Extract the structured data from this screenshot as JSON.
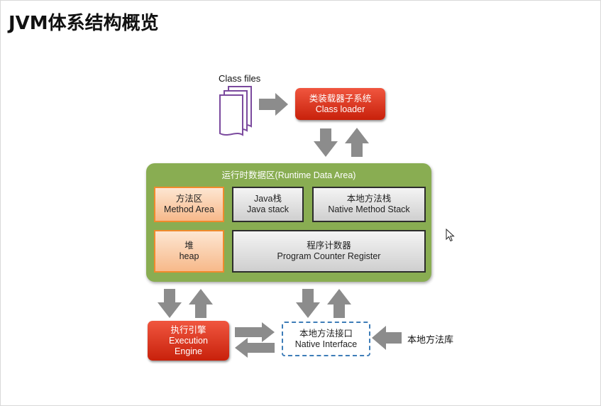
{
  "page": {
    "title": "JVM体系结构概览"
  },
  "class_files": {
    "label": "Class files"
  },
  "class_loader": {
    "line1": "类装载器子系统",
    "line2": "Class loader"
  },
  "runtime_data_area": {
    "title": "运行时数据区(Runtime Data Area)",
    "method_area": {
      "line1": "方法区",
      "line2": "Method Area"
    },
    "java_stack": {
      "line1": "Java栈",
      "line2": "Java stack"
    },
    "native_method_stack": {
      "line1": "本地方法栈",
      "line2": "Native Method Stack"
    },
    "heap": {
      "line1": "堆",
      "line2": "heap"
    },
    "pc_register": {
      "line1": "程序计数器",
      "line2": "Program Counter Register"
    }
  },
  "execution_engine": {
    "line1": "执行引擎",
    "line2": "Execution",
    "line3": "Engine"
  },
  "native_interface": {
    "line1": "本地方法接口",
    "line2": "Native Interface"
  },
  "native_library": {
    "label": "本地方法库"
  },
  "colors": {
    "red_box": "#d93418",
    "runtime_area": "#89ad52",
    "orange_box_fill": "#f9c9a3",
    "orange_box_border": "#f08a2c",
    "gray_box_fill": "#dcdcdc",
    "arrow_gray": "#8c8c8c",
    "dashed_border": "#3e7db8",
    "file_icon": "#7b4a9e"
  }
}
